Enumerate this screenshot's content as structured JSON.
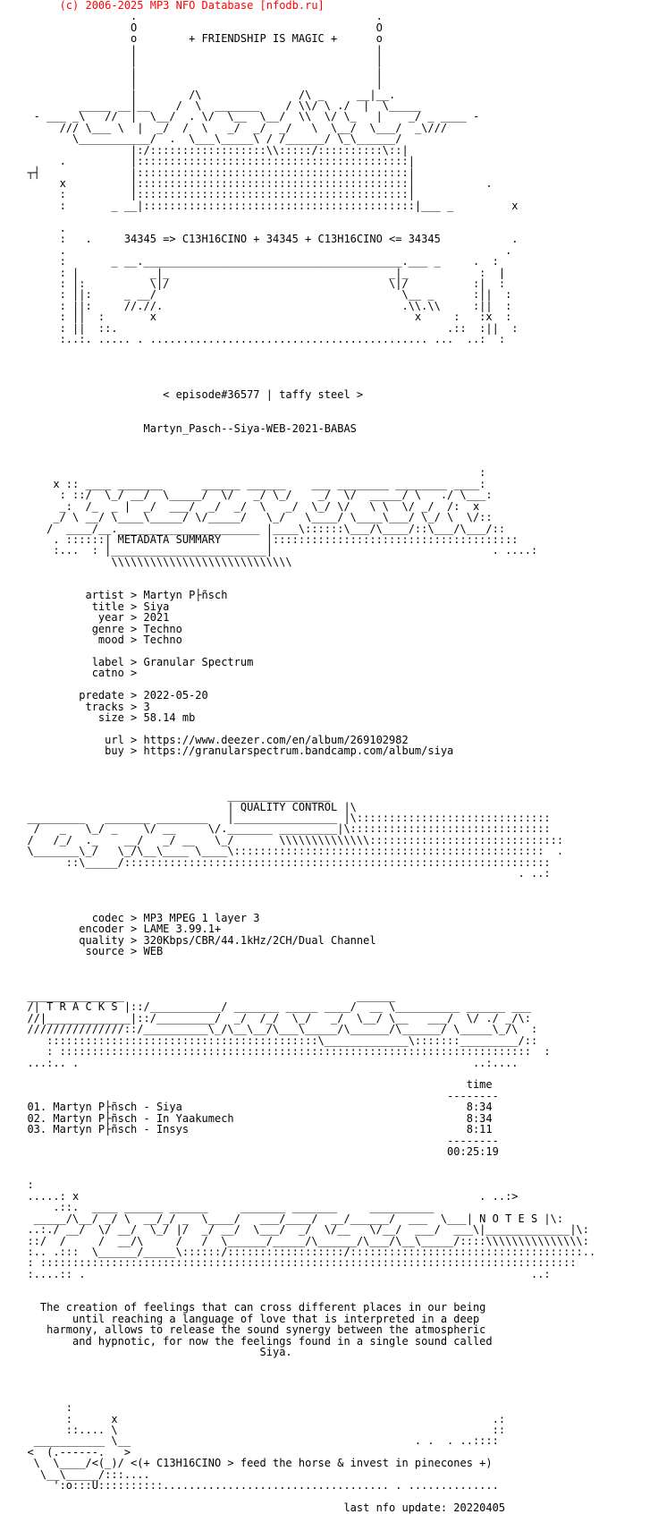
{
  "colors": {
    "text": "#000000",
    "header": "#ff0000",
    "background": "#ffffff"
  },
  "header": "       (c) 2006-2025 MP3 NFO Database [nfodb.ru]",
  "lines": [
    "                  .                                     .",
    "                  O                                     O",
    "                  o        + FRIENDSHIP IS MAGIC +      o",
    "                  |                                     |",
    "                  |                                     |",
    "                  |                                     |",
    "                  |                                     |",
    "                  |        /\\               /\\ _     __|__.",
    "          _____ __|__    /  \\  _______    / \\\\/ \\ ./  |  \\_____",
    "   - ___ _\\   //  |  \\__/  . \\/  \\__  \\__/  \\\\  \\/ \\_   |    _/ _ ____ -",
    "       /// \\___ \\  |  _/  /  \\   _/  _/  _/   \\  \\__/  \\___/  _\\///",
    "         \\___________/  .  \\___\\_____\\ / /______/ \\_\\______/",
    "                  |:/::::::::::::::::::\\\\:::::/::::::::::\\::|",
    "       .          |::::::::::::::::::::::::::::::::::::::::::|",
    "  ┬┤              |::::::::::::::::::::::::::::::::::::::::::|",
    "       x          |::::::::::::::::::::::::::::::::::::::::::|           .",
    "       :          |::::::::::::::::::::::::::::::::::::::::::|",
    "       :       _ __|::::::::::::::::::::::::::::::::::::::::::|___ _         x",
    "",
    "       .",
    "       :   .     34345 => C13H16CINO + 34345 + C13H16CINO <= 34345           .",
    "       .                                                                    .",
    "       :       _ __.________________________________________.___ _     .  :",
    "       : |           _|_                                  _|_           :  |",
    "       : |:          \\|/                                  \\|/          :|  :",
    "       : ||:     _ __/                                      \\__ _      :||  :",
    "       : ||:     //.//.                                     .\\\\.\\\\     :||  :",
    "       : ||  :       x                                        x     :   :x  :",
    "       : ||  ::.                                                   .::  :||  :",
    "       :..:. ..... . ........................................... ...  ..:  :",
    "",
    "",
    "",
    "",
    "                       < episode#36577 | taffy steel >",
    "",
    "",
    "                    Martyn_Pasch--Siya-WEB-2021-BABAS",
    "",
    "",
    "",
    "                                                                        :",
    "      x :: ____ _______      ______ ______    ___ ________ ________ ____:",
    "       : ::/  \\_/ __/  \\_____/  \\/   _/ \\_/    _/  \\/  _____/ \\   ./ \\___:",
    "       _:  /_  _ |  _/  ___/  _/  _/  \\   _/  \\_/ \\/   \\ \\  \\/ _/  /:  x",
    "      _/ \\ __/ \\____\\_____/ \\/_____/   \\_/   \\____/ \\____\\___/ \\_/ \\  \\/::",
    "     /  ____/__.______________________ |____\\::::::\\___/\\____/::\\___/\\___/::",
    "      . ::::::| METADATA SUMMARY       |::::::::::::::::::::::::::::::::::::::",
    "      :...  : |________________________|                                  . ....:",
    "               \\\\\\\\\\\\\\\\\\\\\\\\\\\\\\\\\\\\\\\\\\\\\\\\\\\\\\\\",
    "",
    "",
    "           artist > Martyn P├ñsch",
    "            title > Siya",
    "             year > 2021",
    "            genre > Techno",
    "             mood > Techno",
    "",
    "            label > Granular Spectrum",
    "            catno >",
    "",
    "          predate > 2022-05-20",
    "           tracks > 3",
    "             size > 58.14 mb",
    "",
    "              url > https://www.deezer.com/en/album/269102982",
    "              buy > https://granularspectrum.bandcamp.com/album/siya",
    "",
    "",
    "",
    "                                 ________________",
    "                                 | QUALITY CONTROL |\\",
    "  _________   _______ ________   |________________ |\\::::::::::::::::::::::::::::::",
    "   /   _   \\_/ _    \\/ __     \\/._______ _________|\\:::::::::::::::::::::::::::::::",
    "  /   /_/  ._    __/   _/ __   \\_/       \\\\\\\\\\\\\\\\\\\\\\\\\\\\::::::::::::::::::::::::::::::",
    "  \\_______\\_/   \\_/\\__\\____ \\____\\::::::::::::::::::::::::::::::::::::::::::::::::  .",
    "        ::\\_____/::::::::::::::::::::::::::::::::::::::::::::::::::::::::::::::::::",
    "                                                                              . ..:",
    "",
    "",
    "",
    "            codec > MP3 MPEG 1 layer 3",
    "          encoder > LAME 3.99.1+",
    "          quality > 320Kbps/CBR/44.1kHz/2CH/Dual Channel",
    "           source > WEB",
    "",
    "",
    "",
    "  _______________                                    ______",
    "  /| T R A C K S |::/___________/ _______ _____ ____/  __ \\__________ ______ ___",
    "  //|_____________|::/_________/  _/  /_/  \\_/   _/  \\__/ \\__   ___/  \\/ ./ _/\\:",
    "  ///////////////::/__________\\_/\\__\\__/\\___\\_____/\\______/\\______/ \\_____\\_/\\  :",
    "     ::::::::::::::::::::::::::::::::::::::::::\\_____________\\:::::::_________/::",
    "     : :::::::::::::::::::::::::::::::::::::::::::::::::::::::::::::::::::::::::  :",
    "  ...:.. .                                                             ..:....",
    "",
    "                                                                      time",
    "                                                                   --------",
    "  01. Martyn P├ñsch - Siya                                            8:34",
    "  02. Martyn P├ñsch - In Yaakumech                                    8:34",
    "  03. Martyn P├ñsch - Insys                                           8:11",
    "                                                                   --------",
    "                                                                   00:25:19",
    "",
    "",
    "  :",
    "  .....: x                                                              . ..:>",
    "      .::.  ____ ______ ______     _______ _______     __________",
    "   _____/\\__/ _/ \\  __/_/ _  \\____/   ___/____/  __/______/  ___  \\___| N O T E S |\\:",
    "  ..:./ __/  \\/ __/  \\_/ |/  _/ __/  \\___/  _/  \\/__   \\/__/  ___/  ___\\|_____________|\\:",
    "  ::/  /     /  __/\\     /   /  \\______/_____/\\______/\\___/\\__\\_____/::::\\\\\\\\\\\\\\\\\\\\\\\\\\\\\\:",
    "  :.. .:::  \\______/_____\\::::::/::::::::::::::::::/::::::::::::::::::::::::::::::::::::..",
    "  : :::::::::::::::::::::::::::::::::::::::::::::::::::::::::::::::::::::::::::::::::::",
    "  :....:: .                                                                     ..:",
    "",
    "",
    "    The creation of feelings that can cross different places in our being",
    "         until reaching a language of love that is interpreted in a deep",
    "     harmony, allows to release the sound synergy between the atmospheric",
    "         and hypnotic, for now the feelings found in a single sound called",
    "                                      Siya.",
    "",
    "",
    "",
    "",
    "        :",
    "        :      x                                                          .:",
    "        ::.... \\                                                          ::",
    "   ___________ \\__                                            . .  . ..::::",
    "  <  (.------.   >",
    "   \\  \\____/<(_)/ <(+ C13H16CINO > feed the horse & invest in pinecones +)",
    "    \\__\\_____/:::....",
    "      ':o:::U::::::::::................................... . ..............",
    "",
    "                                                   last nfo update: 20220405"
  ]
}
